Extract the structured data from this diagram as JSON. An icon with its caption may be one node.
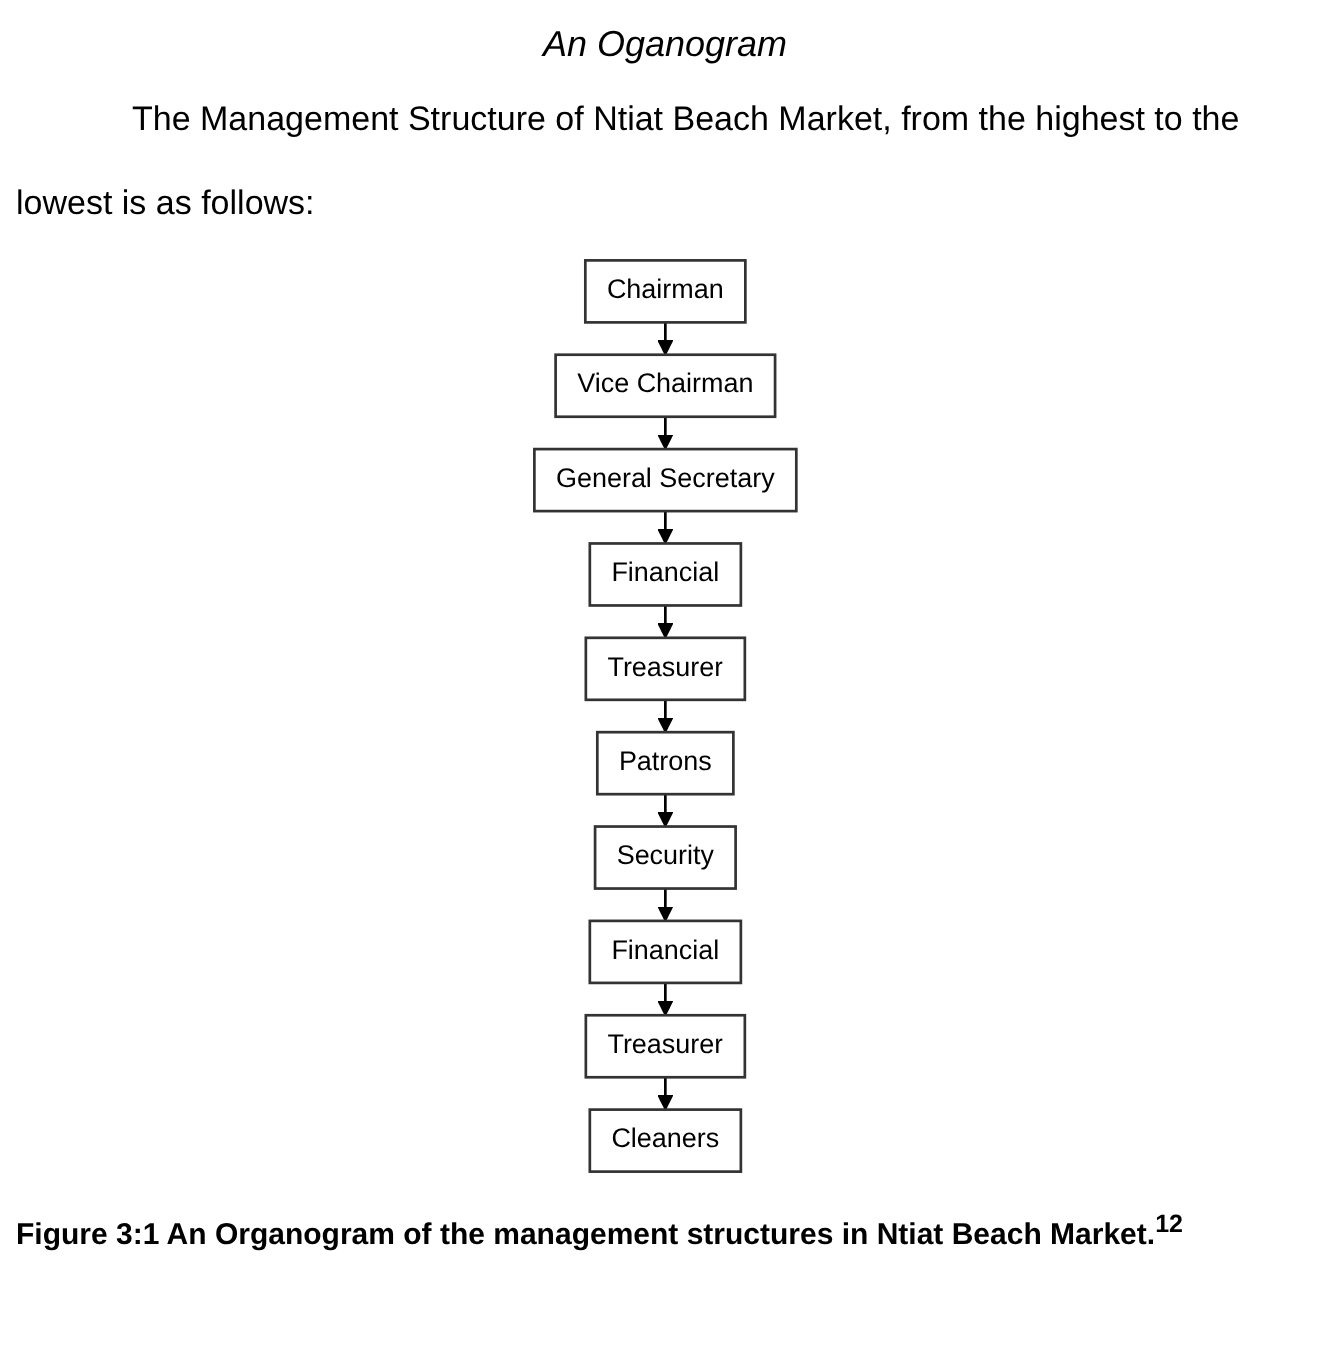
{
  "diagram": {
    "title": "An Oganogram",
    "caption": "Figure 3:1 An Organogram of the management structures in Ntiat Beach Market.$^{12}$",
    "nodes": [
      {
        "text": [
          "Chairman"
        ]
      },
      {
        "text": [
          "Vice Chairman"
        ]
      },
      {
        "text": [
          "General Secretary"
        ]
      },
      {
        "text": [
          "Financial"
        ]
      },
      {
        "text": [
          "Treasurer"
        ]
      },
      {
        "text": [
          "Patrons"
        ]
      },
      {
        "text": [
          "Security"
        ]
      },
      {
        "text": [
          "Financial"
        ]
      },
      {
        "text": [
          "Treasurer"
        ]
      },
      {
        "text": [
          "Cleaners"
        ]
      }
    ],
    "edges": [
      {
        "from": 0,
        "to": 1,
        "arrow": "to"
      },
      {
        "from": 1,
        "to": 2,
        "arrow": "to"
      },
      {
        "from": 2,
        "to": 3,
        "arrow": "to"
      },
      {
        "from": 3,
        "to": 4,
        "arrow": "to"
      },
      {
        "from": 4,
        "to": 5,
        "arrow": "to"
      },
      {
        "from": 5,
        "to": 6,
        "arrow": "to"
      },
      {
        "from": 6,
        "to": 7,
        "arrow": "to"
      },
      {
        "from": 7,
        "to": 8,
        "arrow": "to"
      },
      {
        "from": 8,
        "to": 9,
        "arrow": "to"
      }
    ],
    "labels": [
      "The Management Structure of Ntiat Beach Market, from the highest to the lowest is as follows:"
    ]
  }
}
